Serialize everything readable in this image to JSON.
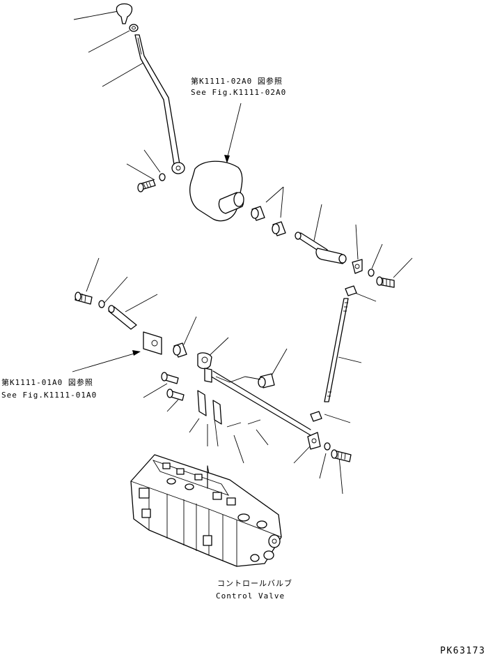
{
  "diagram_code": "PK63173",
  "references": {
    "fig_02a0": {
      "jp": "第K1111-02A0 図参照",
      "en": "See Fig.K1111-02A0"
    },
    "fig_01a0": {
      "jp": "第K1111-01A0 図参照",
      "en": "See Fig.K1111-01A0"
    }
  },
  "control_valve": {
    "jp": "コントロールバルブ",
    "en": "Control Valve"
  }
}
